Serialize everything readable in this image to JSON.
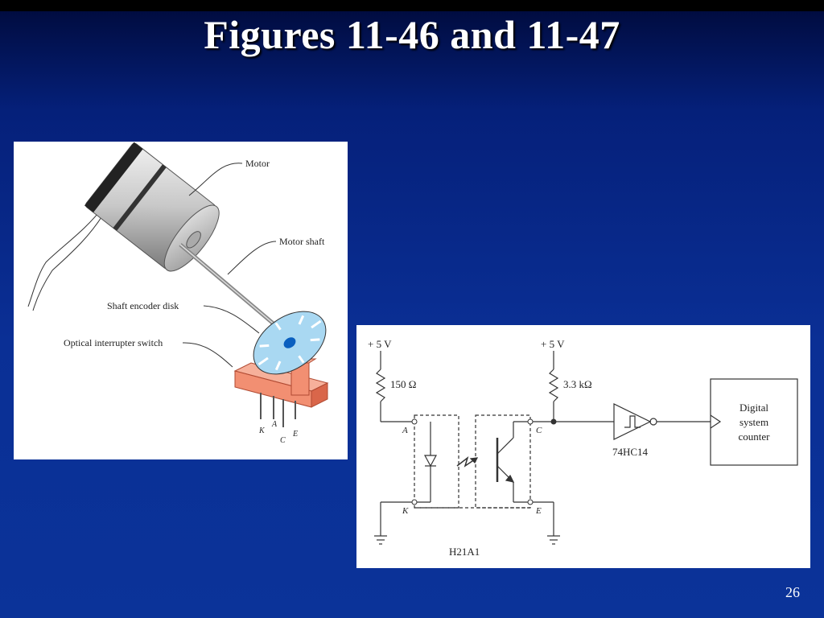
{
  "slide": {
    "title": "Figures 11-46 and 11-47",
    "page_number": "26"
  },
  "figure_motor": {
    "labels": {
      "motor": "Motor",
      "motor_shaft": "Motor shaft",
      "shaft_encoder_disk": "Shaft encoder disk",
      "optical_interrupter_switch": "Optical interrupter switch"
    },
    "pins": {
      "k": "K",
      "a": "A",
      "c": "C",
      "e": "E"
    }
  },
  "figure_circuit": {
    "supply_left": "+ 5 V",
    "supply_right": "+ 5 V",
    "resistor_left": "150 Ω",
    "resistor_right": "3.3 kΩ",
    "pin_a": "A",
    "pin_k": "K",
    "pin_c": "C",
    "pin_e": "E",
    "part_label": "H21A1",
    "buffer_label": "74HC14",
    "counter_lines": [
      "Digital",
      "system",
      "counter"
    ]
  },
  "colors": {
    "background": "#0a2f95",
    "disk": "#a9d8f2",
    "interrupter": "#f28f72"
  }
}
